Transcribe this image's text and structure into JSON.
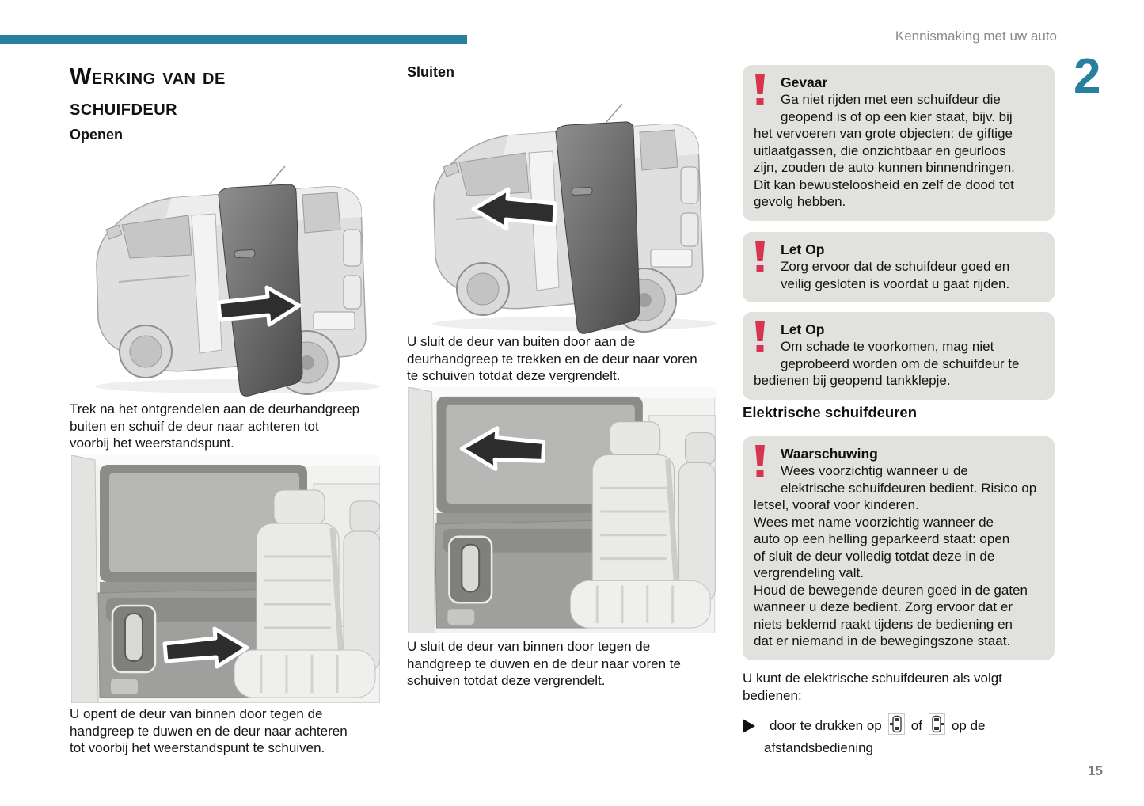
{
  "header": {
    "section_title": "Kennismaking met uw auto",
    "chapter_number": "2"
  },
  "footer": {
    "page_number": "15"
  },
  "columns": {
    "left": {
      "title": "Werking van de schuifdeur",
      "open_heading": "Openen",
      "open_outside_text": "Trek na het ontgrendelen aan de deurhandgreep\nbuiten en schuif de deur naar achteren tot\nvoorbij het weerstandspunt.",
      "open_inside_text": "U opent de deur van binnen door tegen de\nhandgreep te duwen en de deur naar achteren\ntot voorbij het weerstandspunt te schuiven."
    },
    "middle": {
      "close_heading": "Sluiten",
      "close_outside_text": "U sluit de deur van buiten door aan de\ndeurhandgreep te trekken en de deur naar voren\nte schuiven totdat deze vergrendelt.",
      "close_inside_text": "U sluit de deur van binnen door tegen de\nhandgreep te duwen en de deur naar voren te\nschuiven totdat deze vergrendelt."
    },
    "right": {
      "danger": {
        "title": "Gevaar",
        "text": "Ga niet rijden met een schuifdeur die\ngeopend is of op een kier staat, bijv. bij\nhet vervoeren van grote objecten: de giftige\nuitlaatgassen, die onzichtbaar en geurloos\nzijn, zouden de auto kunnen binnendringen.\nDit kan bewusteloosheid en zelf de dood tot\ngevolg hebben."
      },
      "caution1": {
        "title": "Let Op",
        "text": "Zorg ervoor dat de schuifdeur goed en\nveilig gesloten is voordat u gaat rijden."
      },
      "caution2": {
        "title": "Let Op",
        "text": "Om schade te voorkomen, mag niet\ngeprobeerd worden om de schuifdeur te\nbedienen bij geopend tankklepje."
      },
      "electric_heading": "Elektrische schuifdeuren",
      "warning": {
        "title": "Waarschuwing",
        "text": "Wees voorzichtig wanneer u de\nelektrische schuifdeuren bedient. Risico op\nletsel, vooraf voor kinderen.\nWees met name voorzichtig wanneer de\nauto op een helling geparkeerd staat: open\nof sluit de deur volledig totdat deze in de\nvergrendeling valt.\nHoud de bewegende deuren goed in de gaten\nwanneer u deze bedient. Zorg ervoor dat er\nniets beklemd raakt tijdens de bediening en\ndat er niemand in de bewegingszone staat."
      },
      "operate_intro": "U kunt de elektrische schuifdeuren als volgt\nbedienen:",
      "bullet": {
        "text_before": "door te drukken op",
        "text_between": "of",
        "text_after": "op de",
        "text_line2": "afstandsbediening"
      }
    }
  },
  "icons": {
    "warning_exclamation": "exclamation-icon",
    "bullet_arrow": "right-triangle-icon",
    "remote_left_door": "car-left-sliding-door-icon",
    "remote_right_door": "car-right-sliding-door-icon"
  },
  "colors": {
    "accent_teal": "#27809f",
    "warning_red": "#d6344f",
    "box_background": "#e1e1de"
  }
}
